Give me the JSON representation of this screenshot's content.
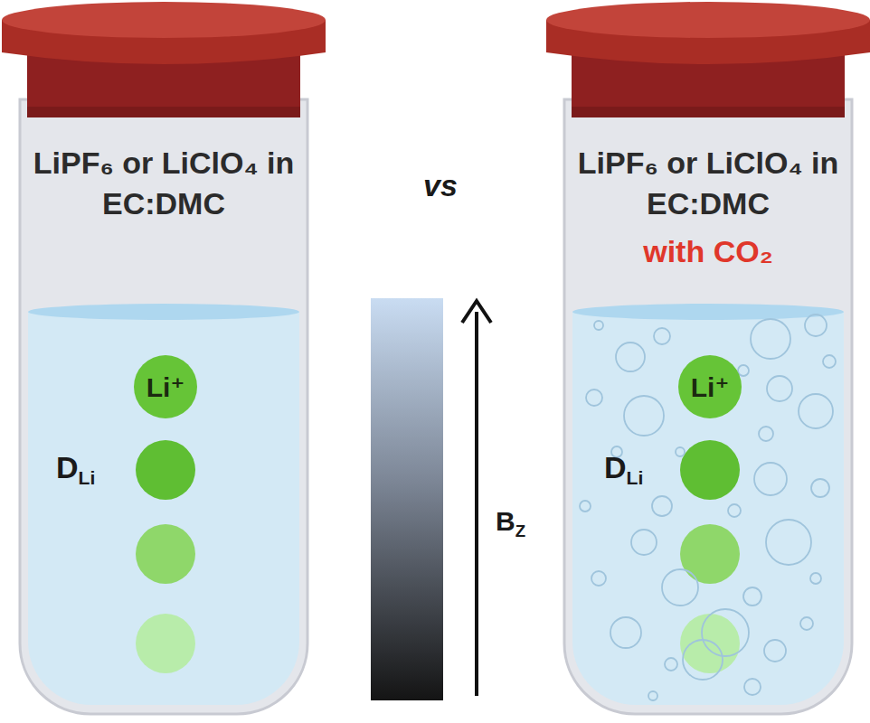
{
  "diagram": {
    "nodes": [
      {
        "text": [
          "LiPF₆ or LiClO₄ in EC:DMC"
        ]
      },
      {
        "text": [
          "Li⁺"
        ],
        "in": 0
      },
      {
        "text": [
          "LiPF₆ or LiClO₄ in EC:DMC",
          "with CO₂"
        ]
      },
      {
        "text": [
          "Li⁺"
        ],
        "in": 2
      }
    ],
    "labels": [
      "vs",
      "DLi",
      "BZ",
      "DLi"
    ]
  }
}
